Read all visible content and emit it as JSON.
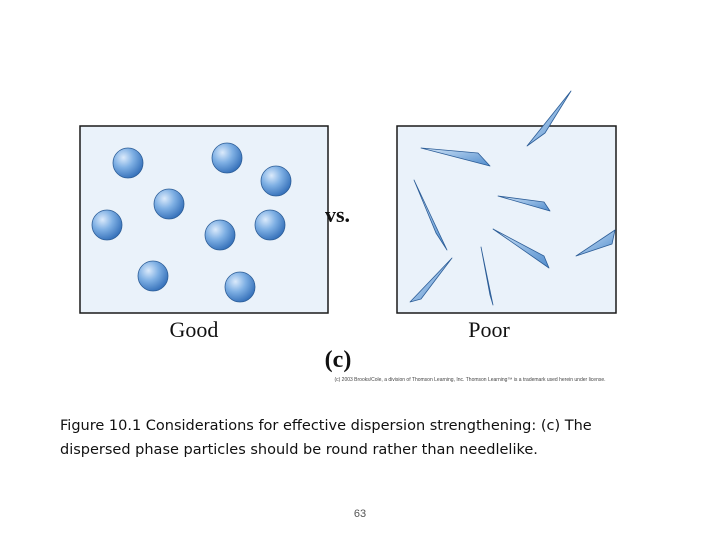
{
  "figure": {
    "vs_label": "vs.",
    "left_label": "Good",
    "right_label": "Poor",
    "panel_label": "(c)",
    "colors": {
      "panel_fill": "#eaf2fa",
      "panel_border": "#1a1a1a",
      "particle_light": "#cfe3f7",
      "particle_dark": "#3f7cc4",
      "particle_stroke": "#2c5d97"
    }
  },
  "copyright": "(c) 2003 Brooks/Cole, a division of Thomson Learning, Inc. Thomson Learning™ is a trademark used herein under license.",
  "caption": "Figure 10.1 Considerations for effective dispersion strengthening: (c) The dispersed phase particles should be round rather than needlelike.",
  "page_number": "63"
}
